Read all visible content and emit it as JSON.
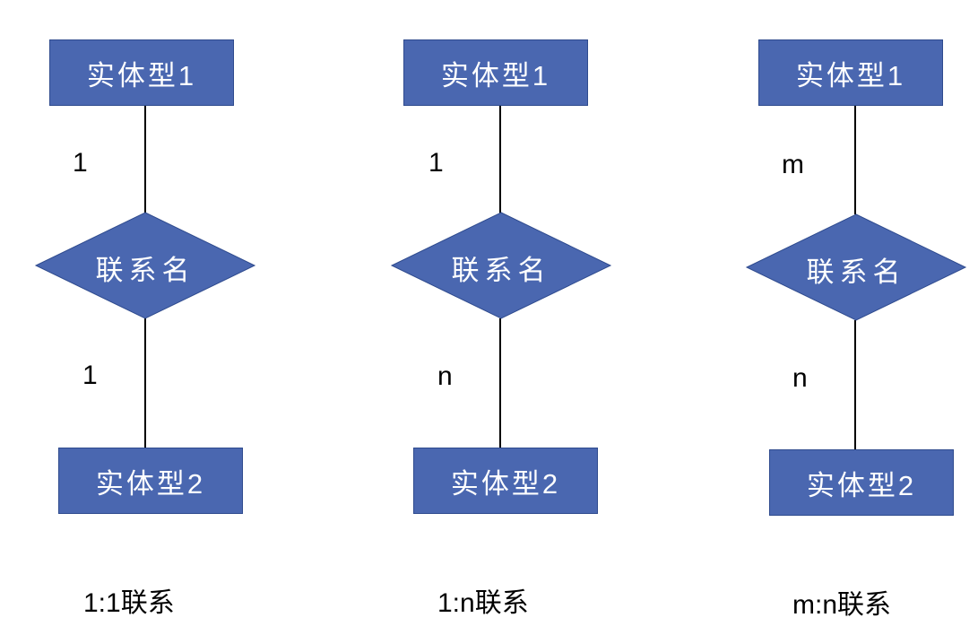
{
  "diagrams": [
    {
      "top_entity": "实体型1",
      "relation": "联系名",
      "bottom_entity": "实体型2",
      "top_card": "1",
      "bottom_card": "1",
      "caption": "1:1联系"
    },
    {
      "top_entity": "实体型1",
      "relation": "联系名",
      "bottom_entity": "实体型2",
      "top_card": "1",
      "bottom_card": "n",
      "caption": "1:n联系"
    },
    {
      "top_entity": "实体型1",
      "relation": "联系名",
      "bottom_entity": "实体型2",
      "top_card": "m",
      "bottom_card": "n",
      "caption": "m:n联系"
    }
  ],
  "colors": {
    "entity_fill": "#4a67b0",
    "relation_fill": "#4a67b0",
    "text_on_shape": "#ffffff",
    "line": "#000000"
  }
}
